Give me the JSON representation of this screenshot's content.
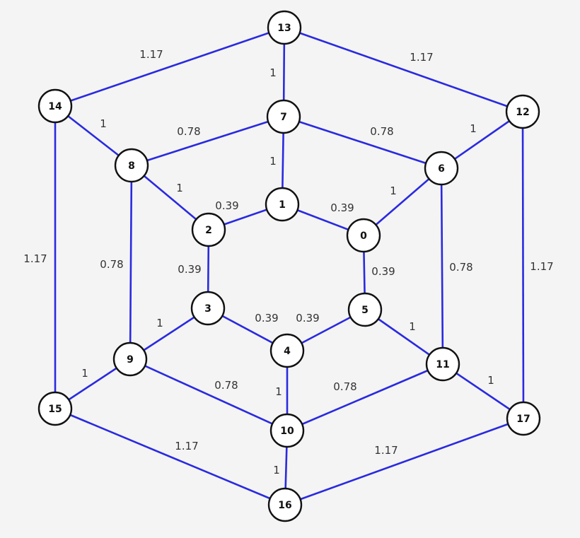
{
  "colors": {
    "edge": "#2a2ae0",
    "node_stroke": "#111111",
    "node_fill": "#ffffff",
    "text": "#333333",
    "background": "#f4f4f4"
  },
  "nodes": [
    "0",
    "1",
    "2",
    "3",
    "4",
    "5",
    "6",
    "7",
    "8",
    "9",
    "10",
    "11",
    "12",
    "13",
    "14",
    "15",
    "16",
    "17"
  ],
  "edges": [
    {
      "from": "1",
      "to": "0",
      "weight": "0.39"
    },
    {
      "from": "1",
      "to": "2",
      "weight": "0.39"
    },
    {
      "from": "2",
      "to": "3",
      "weight": "0.39"
    },
    {
      "from": "3",
      "to": "4",
      "weight": "0.39"
    },
    {
      "from": "4",
      "to": "5",
      "weight": "0.39"
    },
    {
      "from": "5",
      "to": "0",
      "weight": "0.39"
    },
    {
      "from": "1",
      "to": "7",
      "weight": "1"
    },
    {
      "from": "0",
      "to": "6",
      "weight": "1"
    },
    {
      "from": "2",
      "to": "8",
      "weight": "1"
    },
    {
      "from": "3",
      "to": "9",
      "weight": "1"
    },
    {
      "from": "4",
      "to": "10",
      "weight": "1"
    },
    {
      "from": "5",
      "to": "11",
      "weight": "1"
    },
    {
      "from": "7",
      "to": "8",
      "weight": "0.78"
    },
    {
      "from": "7",
      "to": "6",
      "weight": "0.78"
    },
    {
      "from": "8",
      "to": "9",
      "weight": "0.78"
    },
    {
      "from": "6",
      "to": "11",
      "weight": "0.78"
    },
    {
      "from": "9",
      "to": "10",
      "weight": "0.78"
    },
    {
      "from": "11",
      "to": "10",
      "weight": "0.78"
    },
    {
      "from": "7",
      "to": "13",
      "weight": "1"
    },
    {
      "from": "8",
      "to": "14",
      "weight": "1"
    },
    {
      "from": "6",
      "to": "12",
      "weight": "1"
    },
    {
      "from": "9",
      "to": "15",
      "weight": "1"
    },
    {
      "from": "10",
      "to": "16",
      "weight": "1"
    },
    {
      "from": "11",
      "to": "17",
      "weight": "1"
    },
    {
      "from": "13",
      "to": "14",
      "weight": "1.17"
    },
    {
      "from": "13",
      "to": "12",
      "weight": "1.17"
    },
    {
      "from": "14",
      "to": "15",
      "weight": "1.17"
    },
    {
      "from": "12",
      "to": "17",
      "weight": "1.17"
    },
    {
      "from": "15",
      "to": "16",
      "weight": "1.17"
    },
    {
      "from": "16",
      "to": "17",
      "weight": "1.17"
    }
  ]
}
